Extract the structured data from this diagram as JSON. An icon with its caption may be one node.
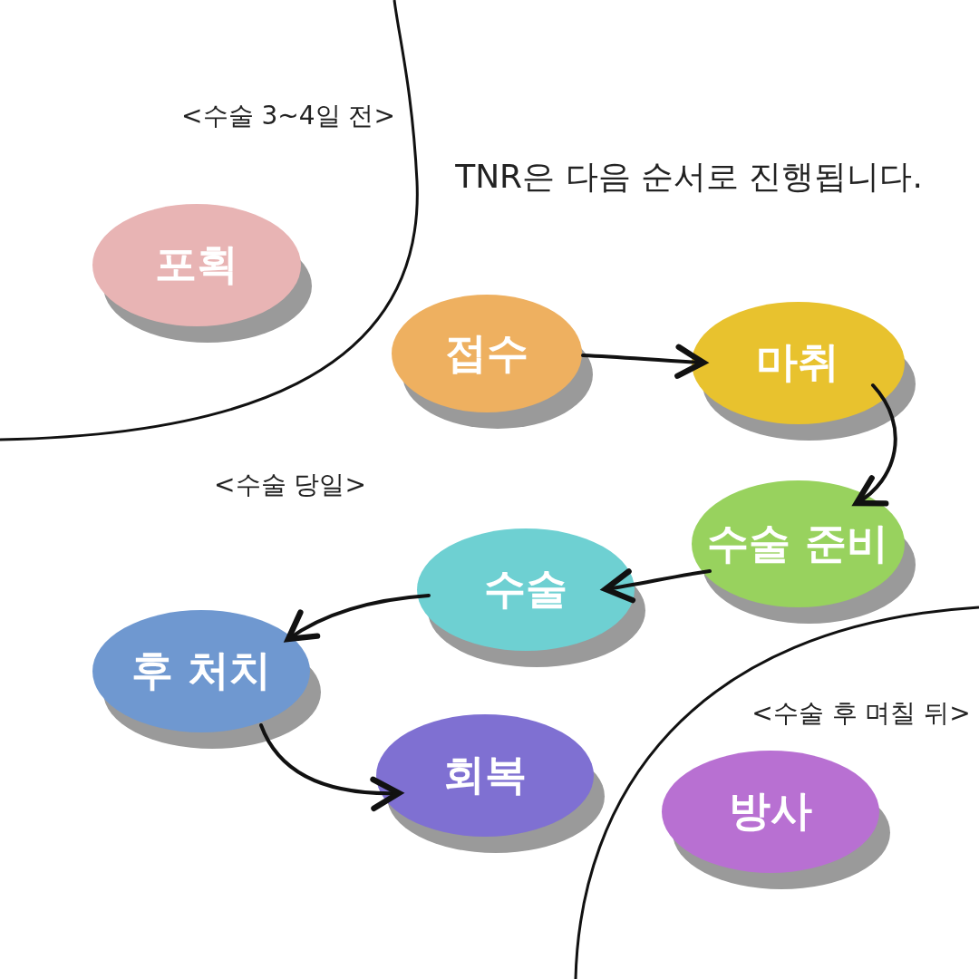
{
  "diagram": {
    "title": "TNR은 다음 순서로 진행됩니다.",
    "nodes": [
      {
        "text": [
          "포획"
        ]
      },
      {
        "text": [
          "접수"
        ]
      },
      {
        "text": [
          "마취"
        ]
      },
      {
        "text": [
          "수술 준비"
        ]
      },
      {
        "text": [
          "수술"
        ]
      },
      {
        "text": [
          "후 처치"
        ]
      },
      {
        "text": [
          "회복"
        ]
      },
      {
        "text": [
          "방사"
        ]
      }
    ],
    "edges": [
      {
        "from": 1,
        "to": 2,
        "arrow": "to"
      },
      {
        "from": 2,
        "to": 3,
        "arrow": "to"
      },
      {
        "from": 3,
        "to": 4,
        "arrow": "to"
      },
      {
        "from": 4,
        "to": 5,
        "arrow": "to"
      },
      {
        "from": 5,
        "to": 6,
        "arrow": "to"
      }
    ],
    "labels": [
      "<수술 3~4일 전>",
      "<수술 당일>",
      "<수술 후 며칠 뒤>"
    ]
  }
}
